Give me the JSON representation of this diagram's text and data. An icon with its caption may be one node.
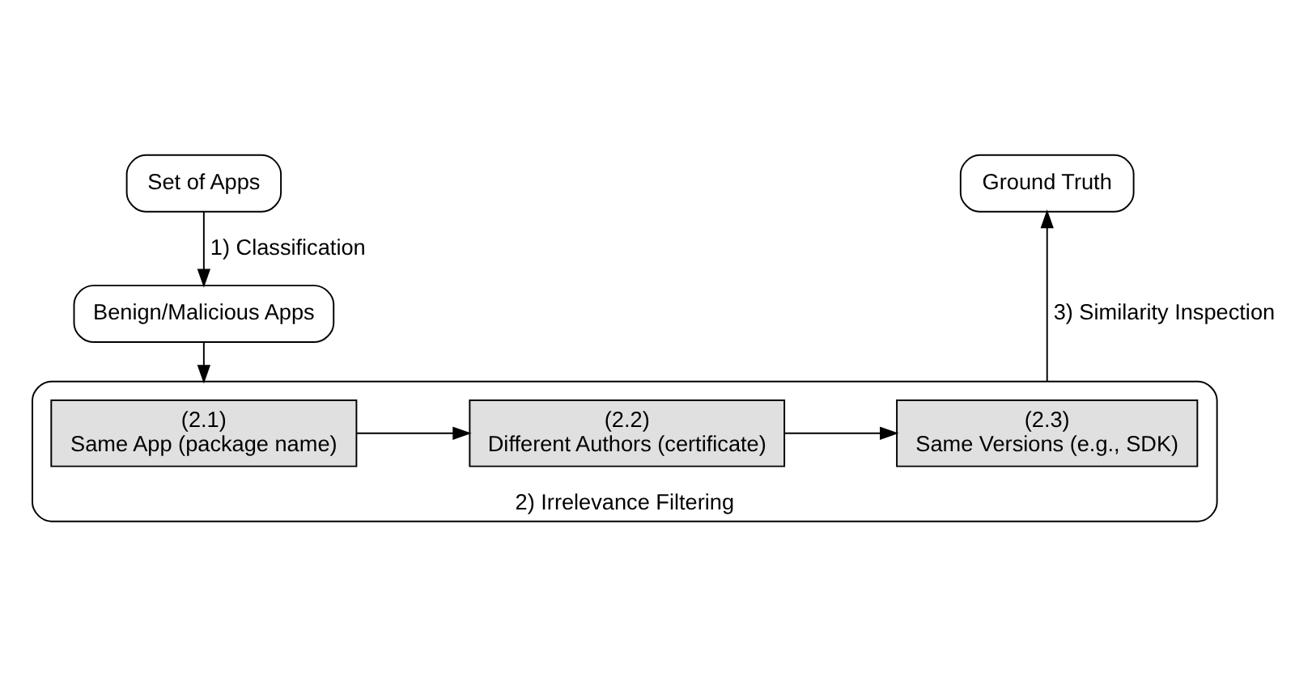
{
  "diagram": {
    "nodes": [
      {
        "text": [
          "Set of Apps"
        ]
      },
      {
        "text": [
          "Benign/Malicious Apps"
        ]
      },
      {
        "text": [
          "Ground Truth"
        ]
      },
      {
        "text": [
          "2) Irrelevance Filtering"
        ]
      },
      {
        "text": [
          "(2.1)",
          "Same App (package name)"
        ],
        "in": 3
      },
      {
        "text": [
          "(2.2)",
          "Different Authors (certificate)"
        ],
        "in": 3
      },
      {
        "text": [
          "(2.3)",
          "Same Versions (e.g., SDK)"
        ],
        "in": 3
      }
    ],
    "edges": [
      {
        "from": 0,
        "to": 1,
        "arrow": "to",
        "label": "1) Classification"
      },
      {
        "from": 1,
        "to": 3,
        "arrow": "to"
      },
      {
        "from": 4,
        "to": 5,
        "arrow": "to"
      },
      {
        "from": 5,
        "to": 6,
        "arrow": "to"
      },
      {
        "from": 3,
        "to": 2,
        "arrow": "to",
        "label": "3) Similarity Inspection"
      }
    ]
  }
}
